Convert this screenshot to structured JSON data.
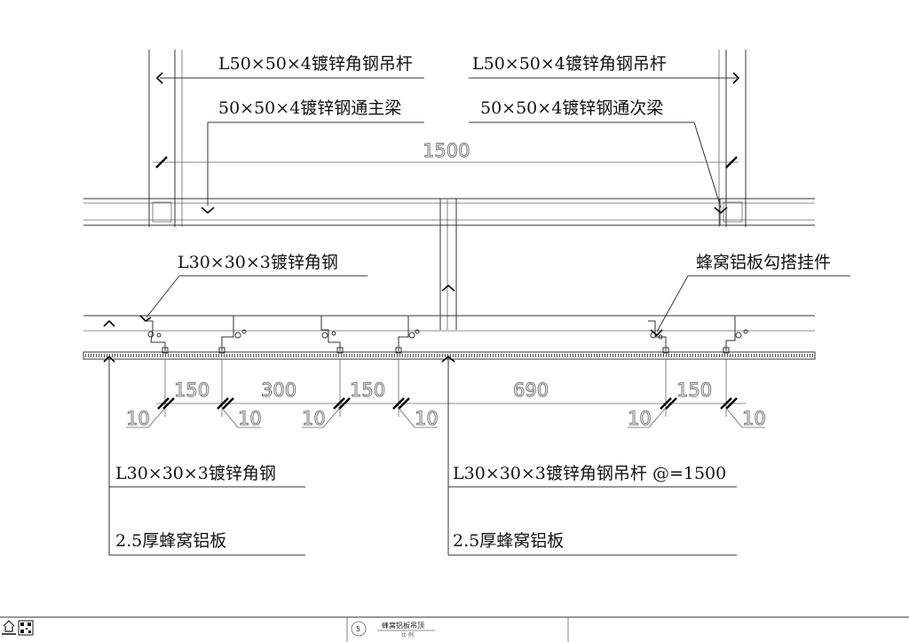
{
  "drawing": {
    "labels": {
      "hanger_left": "L50×50×4镀锌角钢吊杆",
      "hanger_right": "L50×50×4镀锌角钢吊杆",
      "main_beam": "50×50×4镀锌钢通主梁",
      "secondary_beam": "50×50×4镀锌钢通次梁",
      "angle_left_top": "L30×30×3镀锌角钢",
      "hook_fitting": "蜂窝铝板勾搭挂件",
      "angle_left_bottom": "L30×30×3镀锌角钢",
      "panel_left": "2.5厚蜂窝铝板",
      "angle_hanger": "L30×30×3镀锌角钢吊杆 @=1500",
      "panel_right": "2.5厚蜂窝铝板"
    },
    "dimensions": {
      "top_span": "1500",
      "gap_1": "150",
      "gap_2": "300",
      "gap_3": "150",
      "gap_4": "690",
      "gap_5": "150",
      "offset_1": "10",
      "offset_2": "10",
      "offset_3": "10",
      "offset_4": "10",
      "offset_5": "10",
      "offset_6": "10"
    }
  },
  "title_block": {
    "number": "5",
    "title": "蜂窝铝板吊顶",
    "scale": "比 例"
  }
}
